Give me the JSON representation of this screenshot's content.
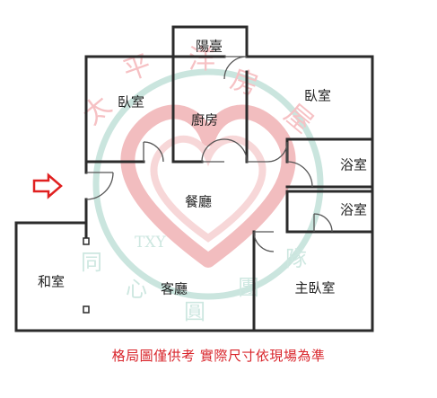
{
  "rooms": {
    "balcony": "陽臺",
    "bedroom_left": "臥室",
    "kitchen": "廚房",
    "bedroom_right": "臥室",
    "bath_upper": "浴室",
    "bath_lower": "浴室",
    "dining": "餐廳",
    "japanese_room": "和室",
    "living": "客廳",
    "master_bedroom": "主臥室"
  },
  "watermark": {
    "arc_chars": [
      "太",
      "平",
      "洋",
      "房",
      "屋"
    ],
    "lower_chars": [
      "同",
      "心",
      "圓",
      "團",
      "隊"
    ],
    "logo_text": "TXY",
    "heart_color": "#e8888c",
    "ring_color": "#9fd0c4"
  },
  "entry_arrow": {
    "icon": "entry-arrow-icon",
    "color": "#e02020"
  },
  "caption": "格局圖僅供考 實際尺寸依現場為準",
  "colors": {
    "wall": "#2b2b2b",
    "caption": "#d9262c"
  }
}
